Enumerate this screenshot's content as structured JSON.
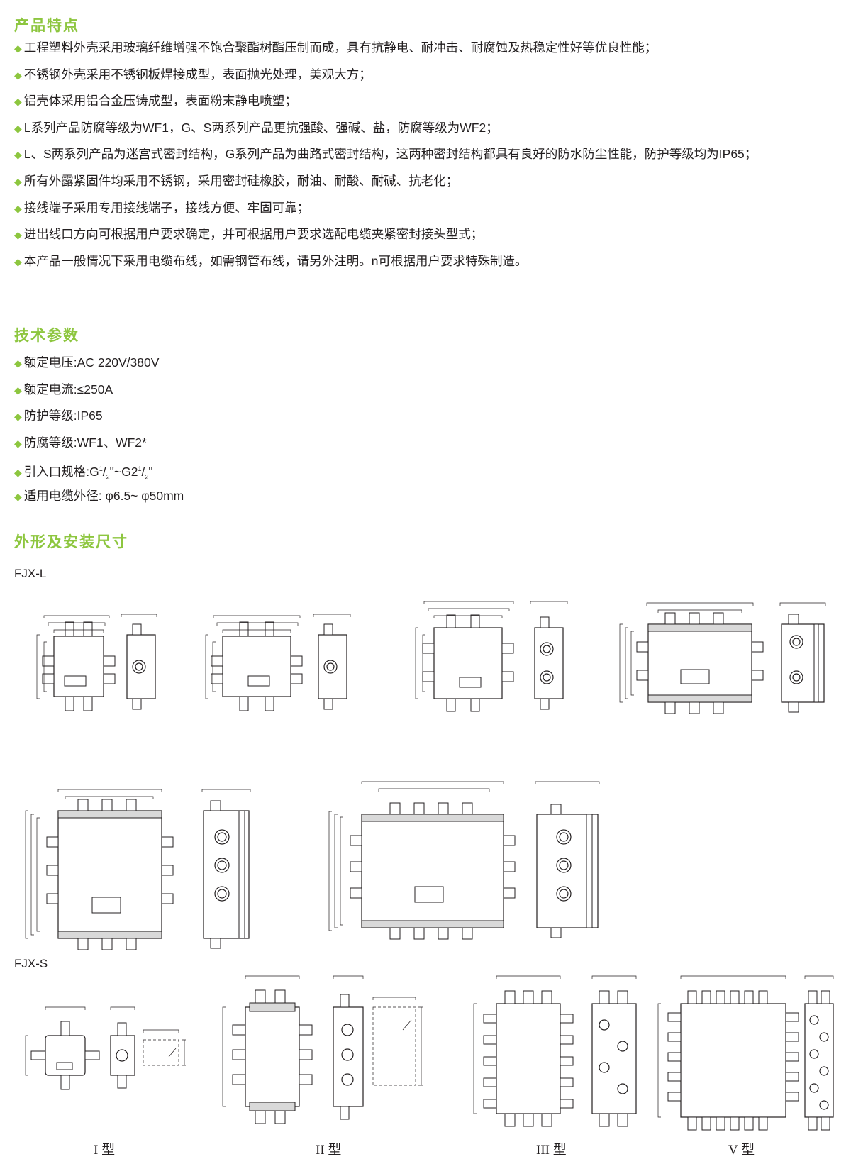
{
  "features": {
    "title": "产品特点",
    "items": [
      "工程塑料外壳采用玻璃纤维增强不饱合聚酯树酯压制而成，具有抗静电、耐冲击、耐腐蚀及热稳定性好等优良性能；",
      "不锈钢外壳采用不锈钢板焊接成型，表面抛光处理，美观大方；",
      "铝壳体采用铝合金压铸成型，表面粉末静电喷塑；",
      "L系列产品防腐等级为WF1，G、S两系列产品更抗强酸、强碱、盐，防腐等级为WF2；",
      "L、S两系列产品为迷宫式密封结构，G系列产品为曲路式密封结构，这两种密封结构都具有良好的防水防尘性能，防护等级均为IP65；",
      "所有外露紧固件均采用不锈钢，采用密封硅橡胶，耐油、耐酸、耐碱、抗老化；",
      "接线端子采用专用接线端子，接线方便、牢固可靠；",
      "进出线口方向可根据用户要求确定，并可根据用户要求选配电缆夹紧密封接头型式；",
      "本产品一般情况下采用电缆布线，如需钢管布线，请另外注明。n可根据用户要求特殊制造。"
    ]
  },
  "params": {
    "title": "技术参数",
    "items": [
      "额定电压:AC 220V/380V",
      "额定电流:≤250A",
      "防护等级:IP65",
      "防腐等级:WF1、WF2*"
    ],
    "inlet": {
      "label": "引入口规格:G",
      "s1": "1",
      "m1": "/",
      "s2": "2",
      "m2": "\"~G2",
      "s3": "1",
      "m3": "/",
      "s4": "2",
      "tail": "\""
    },
    "cable": "适用电缆外径: φ6.5~ φ50mm"
  },
  "dimensions": {
    "title": "外形及安装尺寸",
    "series_l": "FJX-L",
    "series_s": "FJX-S",
    "captions": [
      "I 型",
      "II 型",
      "III 型",
      "V 型"
    ]
  },
  "icons": {
    "bullet": "diamond-icon"
  },
  "colors": {
    "accent": "#8dc63f",
    "text": "#231f20"
  }
}
